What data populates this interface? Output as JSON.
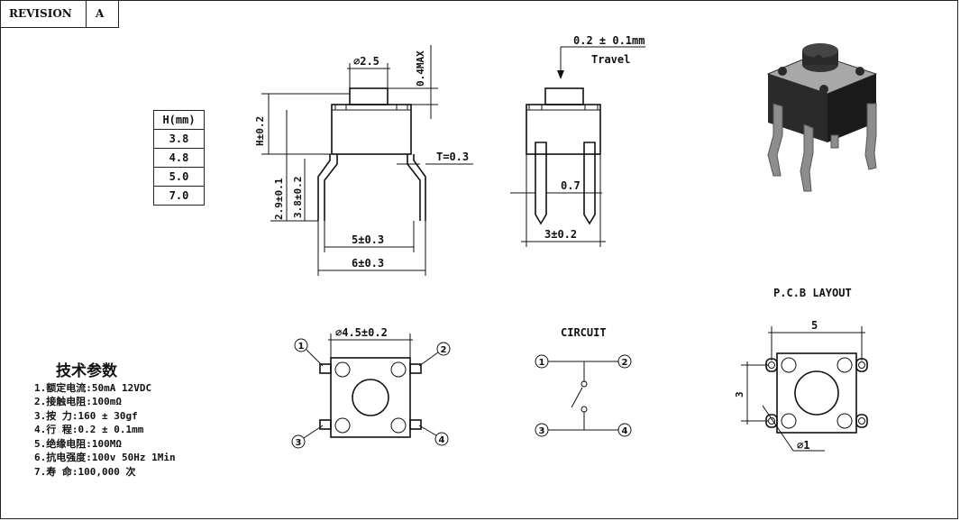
{
  "revision": {
    "label": "REVISION",
    "value": "A"
  },
  "height_table": {
    "header": "H(mm)",
    "rows": [
      "3.8",
      "4.8",
      "5.0",
      "7.0"
    ]
  },
  "front_view": {
    "diameter": "∅2.5",
    "max_offset": "0.4MAX",
    "height": "H±0.2",
    "lead_length": "2.9±0.1",
    "lead_length2": "3.8±0.2",
    "thickness": "T=0.3",
    "inner_pitch": "5±0.3",
    "outer_width": "6±0.3"
  },
  "side_view": {
    "travel_value": "0.2 ± 0.1mm",
    "travel_label": "Travel",
    "lead_width": "0.7",
    "base_width": "3±0.2"
  },
  "top_view": {
    "diameter": "∅4.5±0.2",
    "pins": [
      "1",
      "2",
      "3",
      "4"
    ]
  },
  "circuit": {
    "title": "CIRCUIT",
    "pins": [
      "1",
      "2",
      "3",
      "4"
    ]
  },
  "pcb_layout": {
    "title": "P.C.B LAYOUT",
    "width": "5",
    "height": "3",
    "hole": "∅1"
  },
  "specs": {
    "title": "技术参数",
    "items": [
      "1.额定电流:50mA 12VDC",
      "2.接触电阻:100mΩ",
      "3.按    力:160 ± 30gf",
      "4.行    程:0.2 ± 0.1mm",
      "5.绝缘电阻:100MΩ",
      "6.抗电强度:100v 50Hz 1Min",
      "7.寿    命:100,000  次"
    ]
  }
}
